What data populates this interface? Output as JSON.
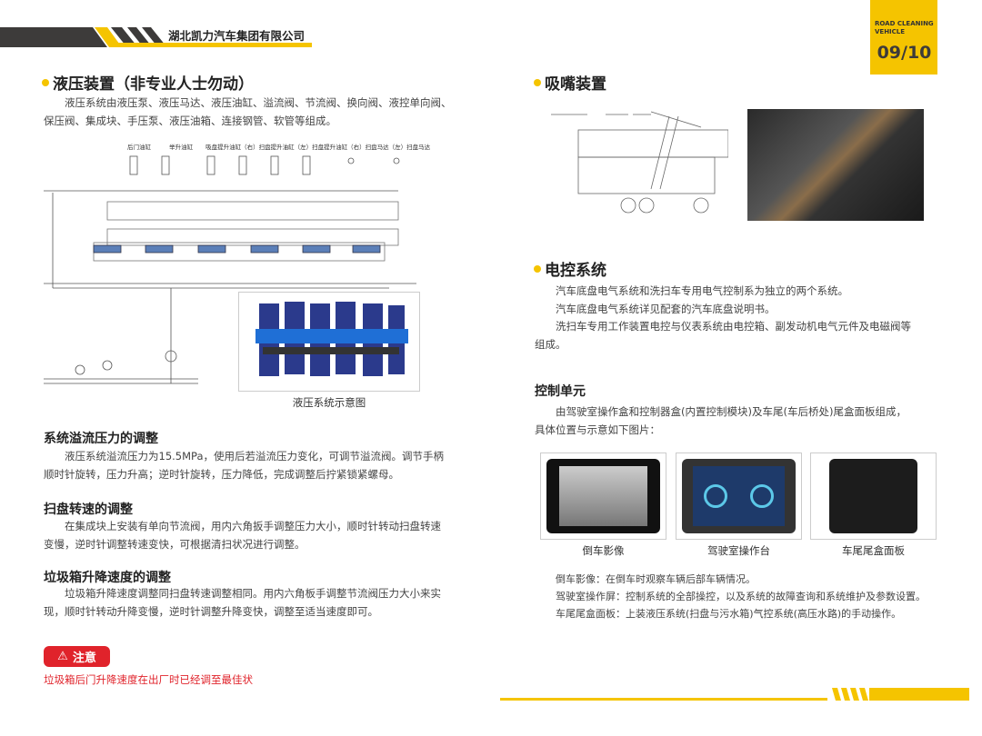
{
  "header": {
    "company": "湖北凯力汽车集团有限公司",
    "badge_line1": "ROAD CLEANING",
    "badge_line2": "VEHICLE",
    "page": "09/10"
  },
  "left": {
    "title": "液压装置（非专业人士勿动）",
    "intro": "液压系统由液压泵、液压马达、液压油缸、溢流阀、节流阀、换向阀、液控单向阀、保压阀、集成块、手压泵、液压油箱、连接钢管、软管等组成。",
    "diagram_labels": [
      "后门油缸",
      "举升油缸",
      "吸盘提升油缸（右）扫盘提升油缸（左）扫盘提升油缸（右）扫盘马达（左）扫盘马达"
    ],
    "diagram_caption": "液压系统示意图",
    "sections": [
      {
        "title": "系统溢流压力的调整",
        "text": "液压系统溢流压力为15.5MPa，使用后若溢流压力变化，可调节溢流阀。调节手柄顺时针旋转，压力升高；逆时针旋转，压力降低，完成调整后拧紧锁紧螺母。"
      },
      {
        "title": "扫盘转速的调整",
        "text": "在集成块上安装有单向节流阀，用内六角扳手调整压力大小，顺时针转动扫盘转速变慢，逆时针调整转速变快，可根据清扫状况进行调整。"
      },
      {
        "title": "垃圾箱升降速度的调整",
        "text": "垃圾箱升降速度调整同扫盘转速调整相同。用内六角板手调整节流阀压力大小来实现，顺时针转动升降变慢，逆时针调整升降变快，调整至适当速度即可。"
      }
    ],
    "warning_label": "注意",
    "warning_text": "垃圾箱后门升降速度在出厂时已经调至最佳状"
  },
  "right": {
    "suction_title": "吸嘴装置",
    "electric_title": "电控系统",
    "electric_paras": [
      "汽车底盘电气系统和洗扫车专用电气控制系为独立的两个系统。",
      "汽车底盘电气系统详见配套的汽车底盘说明书。",
      "洗扫车专用工作装置电控与仪表系统由电控箱、副发动机电气元件及电磁阀等组成。"
    ],
    "control_title": "控制单元",
    "control_text": "由驾驶室操作盒和控制器盒(内置控制模块)及车尾(车后桥处)尾盒面板组成，具体位置与示意如下图片：",
    "images": [
      {
        "caption": "倒车影像"
      },
      {
        "caption": "驾驶室操作台"
      },
      {
        "caption": "车尾尾盒面板"
      }
    ],
    "notes": [
      "倒车影像：在倒车时观察车辆后部车辆情况。",
      "驾驶室操作屏：控制系统的全部操控，以及系统的故障查询和系统维护及参数设置。",
      "车尾尾盒面板：上装液压系统(扫盘与污水箱)气控系统(高压水路)的手动操作。"
    ]
  },
  "colors": {
    "accent": "#f5c400",
    "dark": "#3d3b3a",
    "warning": "#e0232b"
  }
}
